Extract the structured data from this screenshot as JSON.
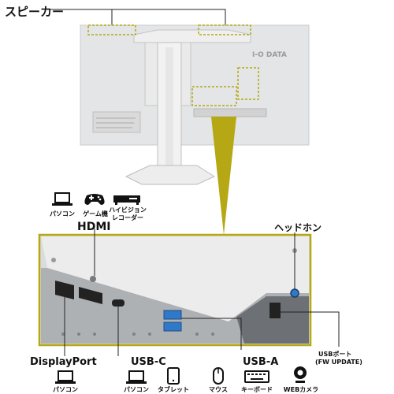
{
  "title": "スピーカー",
  "monitor": {
    "brand": "I-O DATA"
  },
  "devices_hdmi": [
    {
      "label": "パソコン",
      "icon": "laptop-icon"
    },
    {
      "label": "ゲーム機",
      "icon": "gamepad-icon"
    },
    {
      "label": "ハイビジョン\nレコーダー",
      "icon": "recorder-icon"
    }
  ],
  "ports": {
    "hdmi": "HDMI",
    "headphone": "ヘッドホン",
    "displayport": "DisplayPort",
    "usbc": "USB-C",
    "usba": "USB-A",
    "usb_port": "USBポート",
    "fw_update": "(FW UPDATE)"
  },
  "devices_dp": [
    {
      "label": "パソコン",
      "icon": "laptop-icon"
    }
  ],
  "devices_usbc": [
    {
      "label": "パソコン",
      "icon": "laptop-icon"
    },
    {
      "label": "タブレット",
      "icon": "tablet-icon"
    }
  ],
  "devices_usba": [
    {
      "label": "マウス",
      "icon": "mouse-icon"
    },
    {
      "label": "キーボード",
      "icon": "keyboard-icon"
    },
    {
      "label": "WEBカメラ",
      "icon": "webcam-icon"
    }
  ],
  "colors": {
    "accent": "#b5a814",
    "usb_blue": "#2f79c8",
    "panel": "#d9dbdd"
  }
}
